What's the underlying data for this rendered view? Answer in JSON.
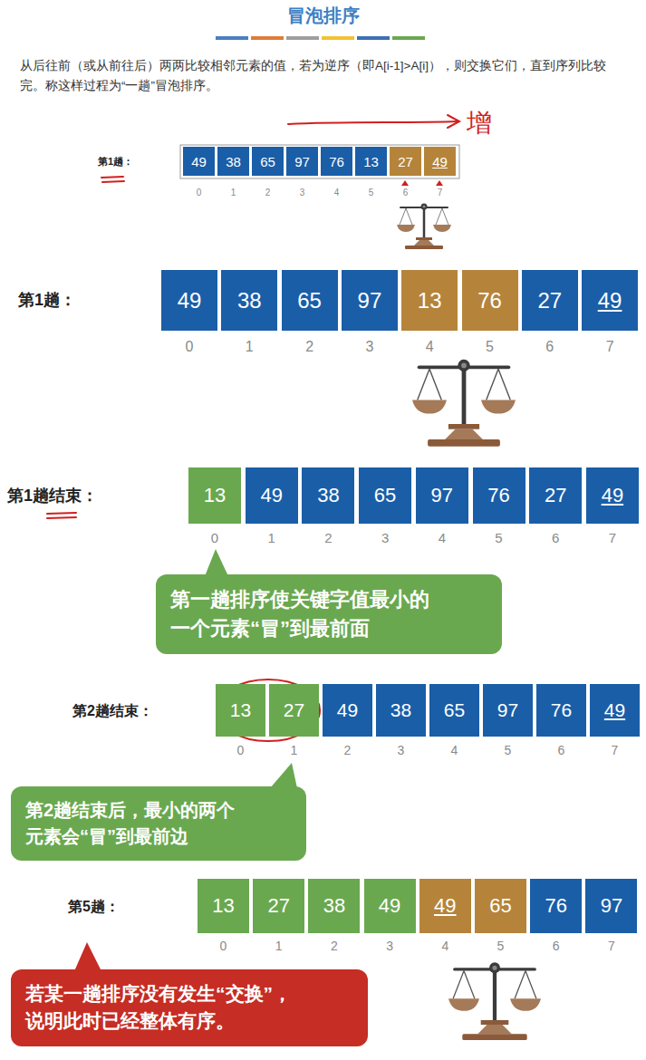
{
  "diagram": {
    "title": "冒泡排序",
    "nodes": [
      {
        "text": [
          "49"
        ]
      },
      {
        "text": [
          "38"
        ]
      },
      {
        "text": [
          "65"
        ]
      },
      {
        "text": [
          "97"
        ]
      },
      {
        "text": [
          "76"
        ]
      },
      {
        "text": [
          "13"
        ]
      },
      {
        "text": [
          "27"
        ]
      },
      {
        "text": [
          "49"
        ]
      },
      {
        "text": [
          "49"
        ]
      },
      {
        "text": [
          "38"
        ]
      },
      {
        "text": [
          "65"
        ]
      },
      {
        "text": [
          "97"
        ]
      },
      {
        "text": [
          "13"
        ]
      },
      {
        "text": [
          "76"
        ]
      },
      {
        "text": [
          "27"
        ]
      },
      {
        "text": [
          "49"
        ]
      },
      {
        "text": [
          "13"
        ]
      },
      {
        "text": [
          "49"
        ]
      },
      {
        "text": [
          "38"
        ]
      },
      {
        "text": [
          "65"
        ]
      },
      {
        "text": [
          "97"
        ]
      },
      {
        "text": [
          "76"
        ]
      },
      {
        "text": [
          "27"
        ]
      },
      {
        "text": [
          "49"
        ]
      },
      {
        "text": [
          "第一趟排序使关键字值最小的 一个元素“冒”到最前面"
        ]
      },
      {
        "text": [
          "13"
        ]
      },
      {
        "text": [
          "27"
        ]
      },
      {
        "text": [
          "49"
        ]
      },
      {
        "text": [
          "38"
        ]
      },
      {
        "text": [
          "65"
        ]
      },
      {
        "text": [
          "97"
        ]
      },
      {
        "text": [
          "76"
        ]
      },
      {
        "text": [
          "49"
        ]
      },
      {
        "text": [
          "第2趟结束后，最小的两个 元素会“冒”到最前边"
        ]
      },
      {
        "text": [
          "13"
        ]
      },
      {
        "text": [
          "27"
        ]
      },
      {
        "text": [
          "38"
        ]
      },
      {
        "text": [
          "49"
        ]
      },
      {
        "text": [
          "49"
        ]
      },
      {
        "text": [
          "65"
        ]
      },
      {
        "text": [
          "76"
        ]
      },
      {
        "text": [
          "97"
        ]
      },
      {
        "text": [
          "若某一趟排序没有发生“交换”， 说明此时已经整体有序。"
        ]
      }
    ],
    "labels": [
      "从后往前（或从前往后）两两比较相邻元素的值，若为逆序（即A[i-1]>A[i]），则交换它们，直到序列比较完。称这样过程为“一趟”冒泡排序。",
      "增",
      "第1趟：",
      "0",
      "1",
      "2",
      "3",
      "4",
      "5",
      "6",
      "7",
      "第1趟：",
      "0",
      "1",
      "2",
      "3",
      "4",
      "5",
      "6",
      "7",
      "第1趟结束：",
      "0",
      "1",
      "2",
      "3",
      "4",
      "5",
      "6",
      "7",
      "第2趟结束：",
      "0",
      "1",
      "2",
      "3",
      "4",
      "5",
      "6",
      "7",
      "第5趟：",
      "0",
      "1",
      "2",
      "3",
      "4",
      "5",
      "6",
      "7"
    ]
  }
}
